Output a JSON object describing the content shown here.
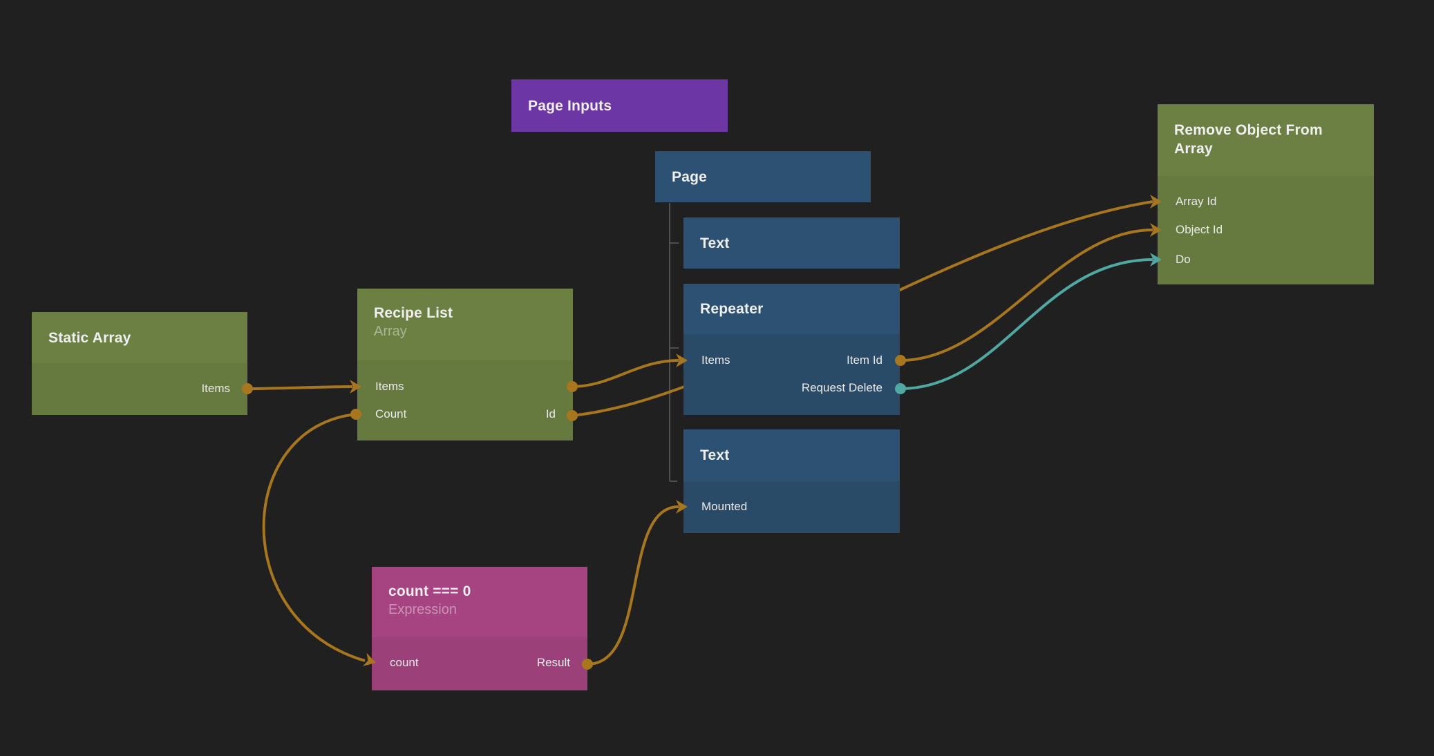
{
  "canvas": {
    "background": "#202021"
  },
  "colors": {
    "background": "#202021",
    "blue_header": "#2d5172",
    "blue_body": "#294b68",
    "green_header": "#6d8044",
    "green_body": "#66793e",
    "purple": "#6c36a4",
    "pink_header": "#a54480",
    "pink_body": "#9b4078",
    "wire_orange": "#a8771d",
    "wire_teal": "#4fa8a2",
    "tree_line": "#4f4f4f"
  },
  "nodes": {
    "page_inputs": {
      "title": "Page Inputs"
    },
    "page": {
      "title": "Page"
    },
    "text1": {
      "title": "Text"
    },
    "repeater": {
      "title": "Repeater",
      "ports": {
        "items": "Items",
        "item_id": "Item Id",
        "request_delete": "Request Delete"
      }
    },
    "text2": {
      "title": "Text",
      "ports": {
        "mounted": "Mounted"
      }
    },
    "static_array": {
      "title": "Static Array",
      "ports": {
        "items": "Items"
      }
    },
    "recipe_list": {
      "title": "Recipe List",
      "subtitle": "Array",
      "ports": {
        "items": "Items",
        "count": "Count",
        "id": "Id"
      }
    },
    "expression": {
      "title": "count === 0",
      "subtitle": "Expression",
      "ports": {
        "count": "count",
        "result": "Result"
      }
    },
    "remove_object": {
      "title": "Remove Object From Array",
      "ports": {
        "array_id": "Array Id",
        "object_id": "Object Id",
        "do": "Do"
      }
    }
  }
}
